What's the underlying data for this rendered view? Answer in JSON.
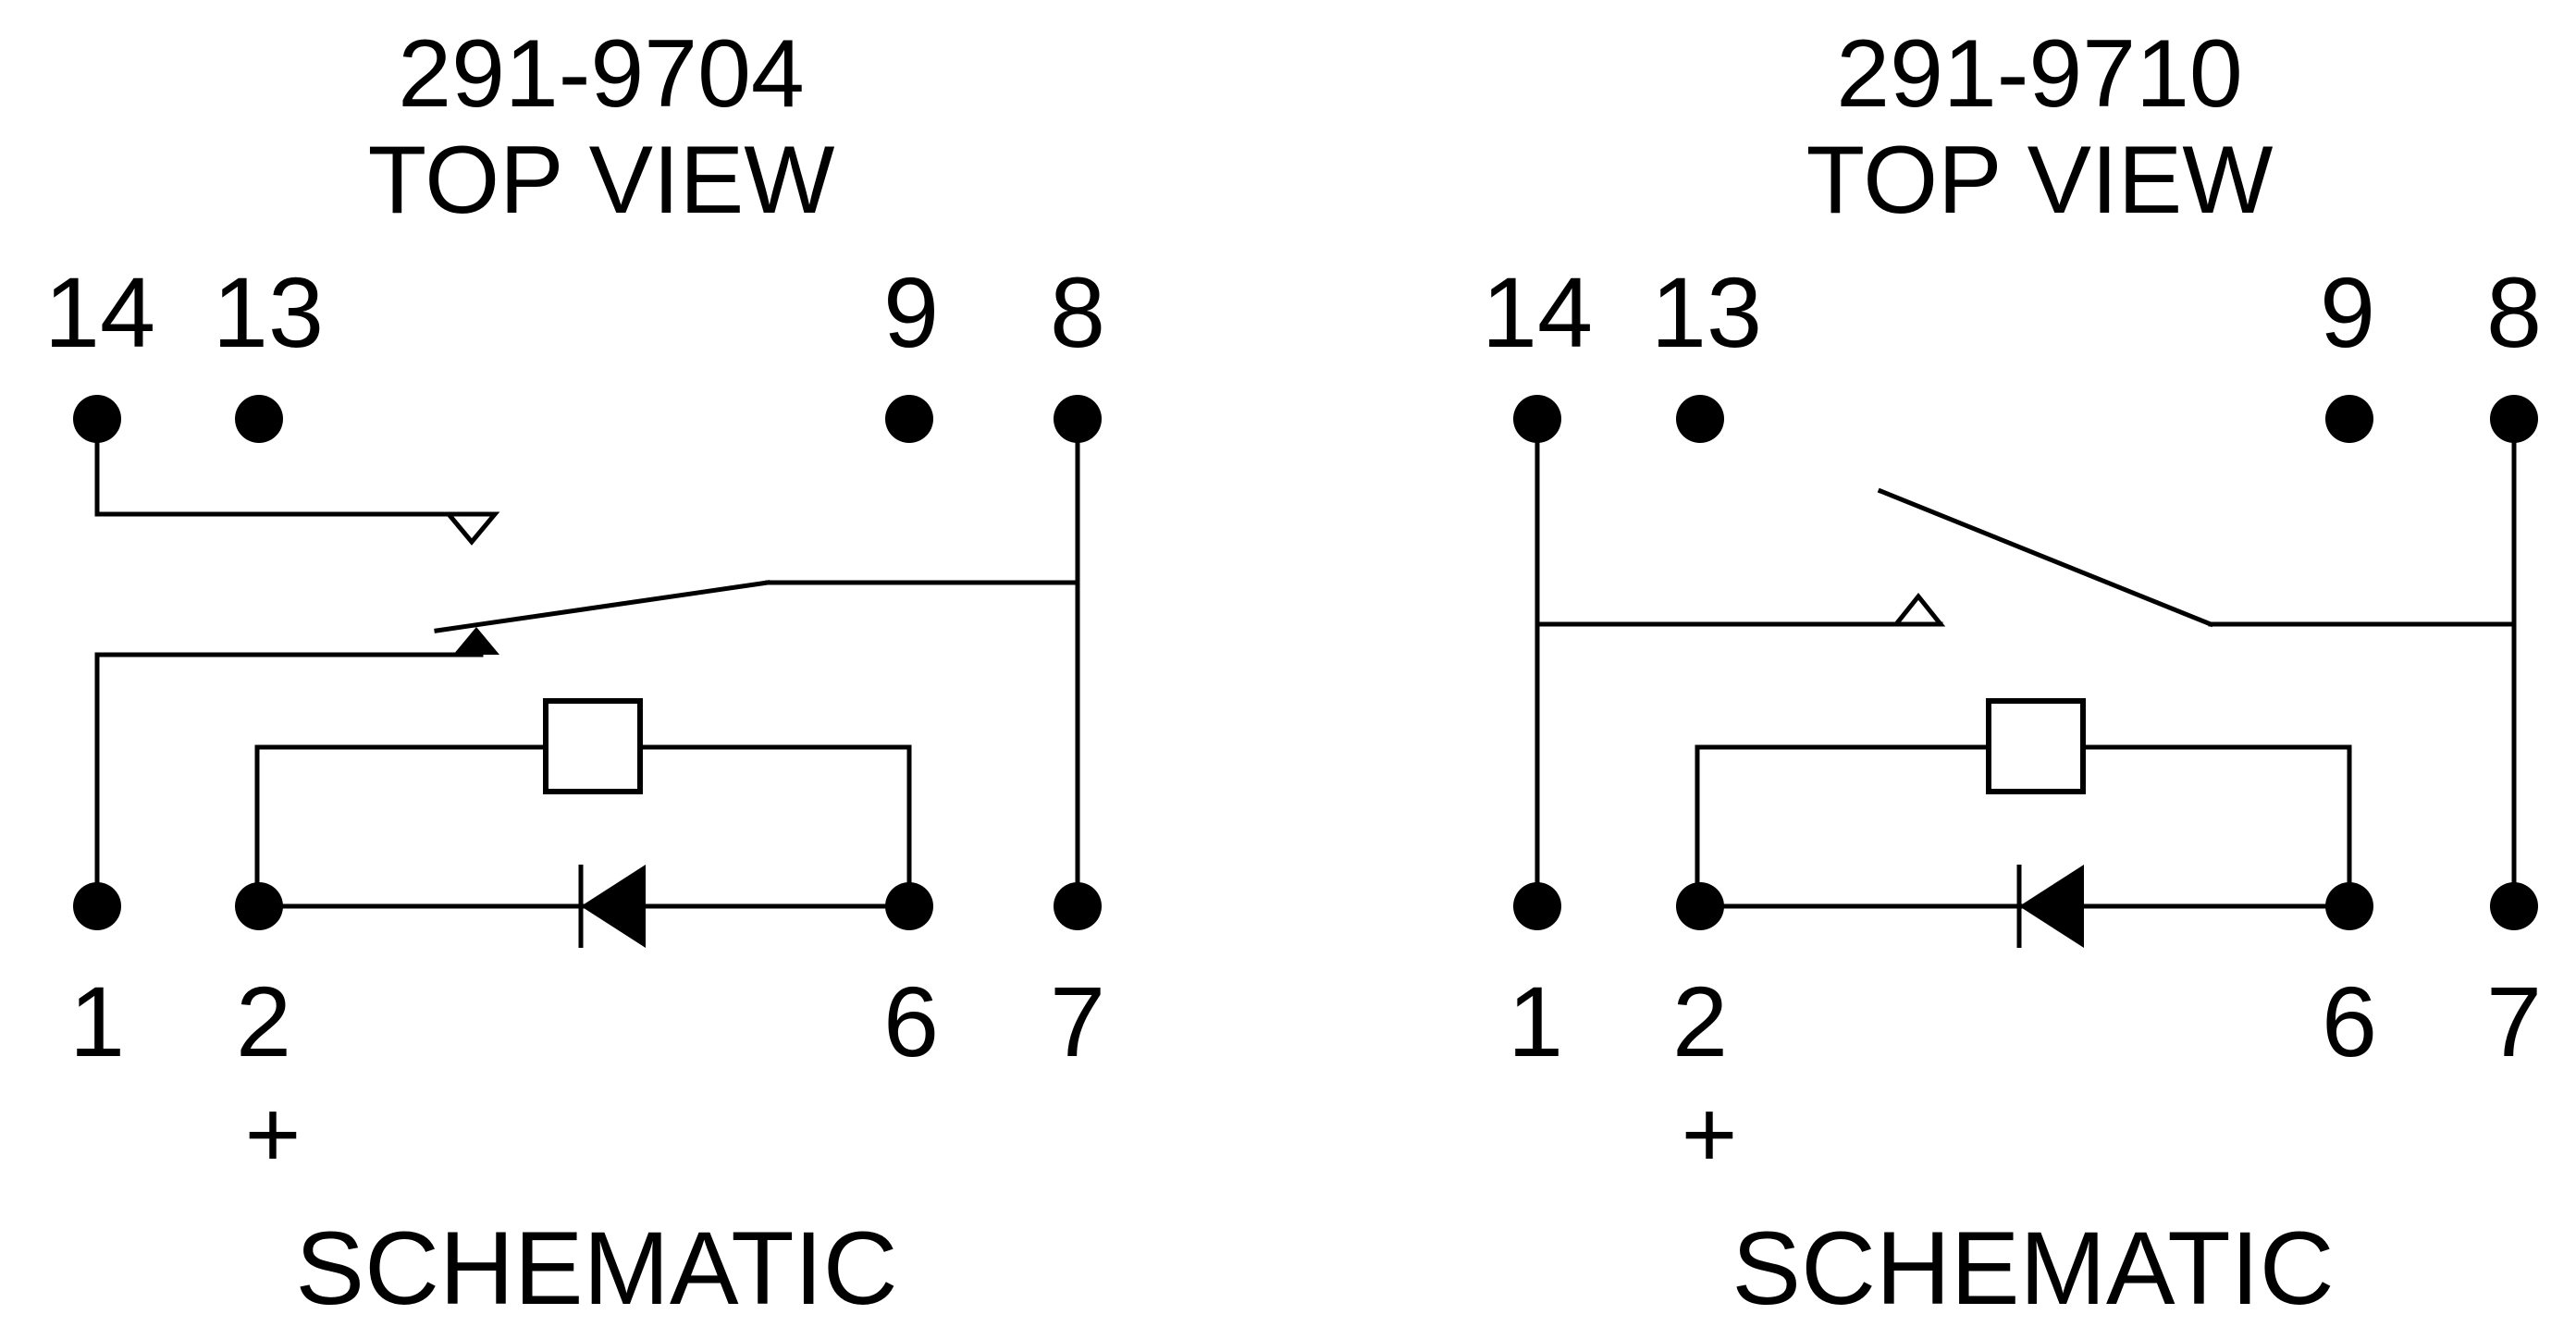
{
  "colors": {
    "ink": "#000000",
    "background": "#ffffff"
  },
  "panels": [
    {
      "part_number": "291-9704",
      "view": "TOP VIEW",
      "top_pins": [
        "14",
        "13",
        "9",
        "8"
      ],
      "bottom_pins": [
        "1",
        "2",
        "6",
        "7"
      ],
      "polarity": "+",
      "caption": "SCHEMATIC"
    },
    {
      "part_number": "291-9710",
      "view": "TOP VIEW",
      "top_pins": [
        "14",
        "13",
        "9",
        "8"
      ],
      "bottom_pins": [
        "1",
        "2",
        "6",
        "7"
      ],
      "polarity": "+",
      "caption": "SCHEMATIC"
    }
  ]
}
